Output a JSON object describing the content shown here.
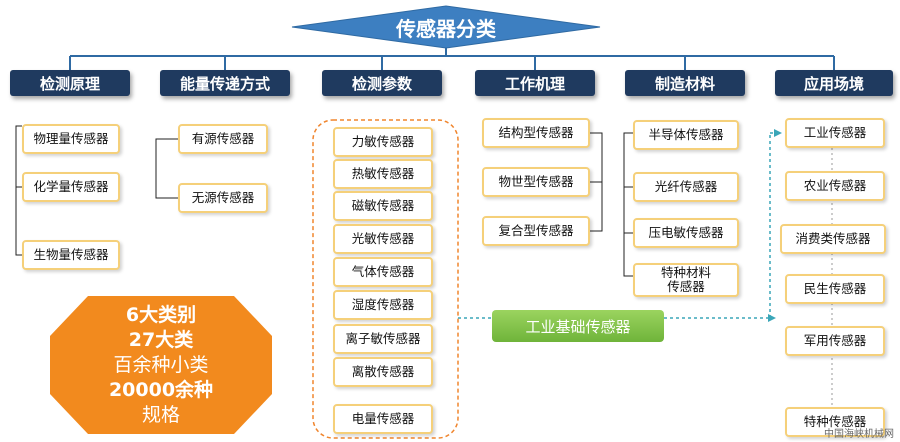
{
  "title": "传感器分类",
  "categories": [
    "检测原理",
    "能量传递方式",
    "检测参数",
    "工作机理",
    "制造材料",
    "应用场境"
  ],
  "groups": {
    "principle": [
      "物理量传感器",
      "化学量传感器",
      "生物量传感器"
    ],
    "energy": [
      "有源传感器",
      "无源传感器"
    ],
    "parameter": [
      "力敏传感器",
      "热敏传感器",
      "磁敏传感器",
      "光敏传感器",
      "气体传感器",
      "湿度传感器",
      "离子敏传感器",
      "离散传感器",
      "电量传感器"
    ],
    "mechanism": [
      "结构型传感器",
      "物世型传感器",
      "复合型传感器"
    ],
    "material": [
      "半导体传感器",
      "光纤传感器",
      "压电敏传感器",
      "特种材料\n传感器"
    ],
    "application": [
      "工业传感器",
      "农业传感器",
      "消费类传感器",
      "民生传感器",
      "军用传感器",
      "特种传感器"
    ]
  },
  "basic_sensor_label": "工业基础传感器",
  "summary": {
    "line1": "6大类别",
    "line2": "27大类",
    "line3": "百余种小类",
    "line4": "20000余种",
    "line5": "规格"
  },
  "watermark": "中国海峡机械网",
  "colors": {
    "category_bg": "#1f3a5f",
    "title_bg": "#3d7fc1",
    "box_border": "#f5d07a",
    "summary_bg": "#f28a1e",
    "green": "#7cbd44",
    "dash": "#3aa6b8"
  }
}
